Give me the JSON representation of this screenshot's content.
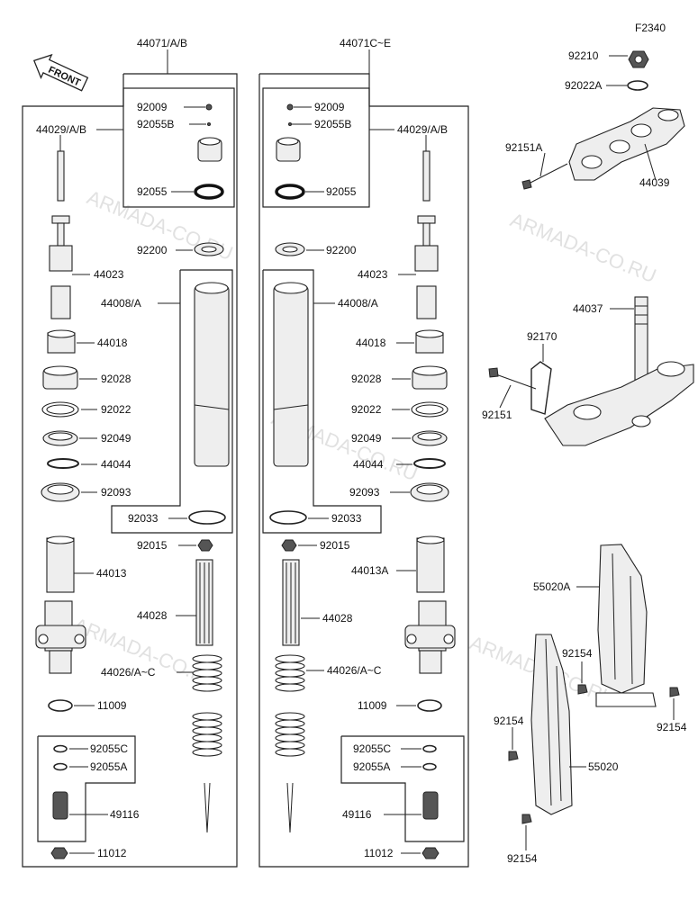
{
  "diagram_code": "F2340",
  "front_label": "FRONT",
  "watermark": "ARMADA-CO.RU",
  "left_fork": {
    "assembly": "44071/A/B",
    "sub": "44029/A/B",
    "parts": [
      "92009",
      "92055B",
      "92055",
      "92200",
      "44023",
      "44008/A",
      "44018",
      "92028",
      "92022",
      "92049",
      "44044",
      "92093",
      "92033",
      "92015",
      "44013",
      "44028",
      "44026/A~C",
      "11009",
      "92055C",
      "92055A",
      "49116",
      "11012"
    ]
  },
  "right_fork": {
    "assembly": "44071C~E",
    "sub": "44029/A/B",
    "parts": [
      "92009",
      "92055B",
      "92055",
      "92200",
      "44023",
      "44008/A",
      "44018",
      "92028",
      "92022",
      "92049",
      "44044",
      "92093",
      "92033",
      "92015",
      "44013A",
      "44028",
      "44026/A~C",
      "11009",
      "92055C",
      "92055A",
      "49116",
      "11012"
    ]
  },
  "steering": {
    "upper": [
      "92210",
      "92022A",
      "92151A",
      "44039"
    ],
    "lower": [
      "44037",
      "92170",
      "92151"
    ],
    "guards": [
      "55020A",
      "92154",
      "92154",
      "92154",
      "55020",
      "92154"
    ]
  }
}
